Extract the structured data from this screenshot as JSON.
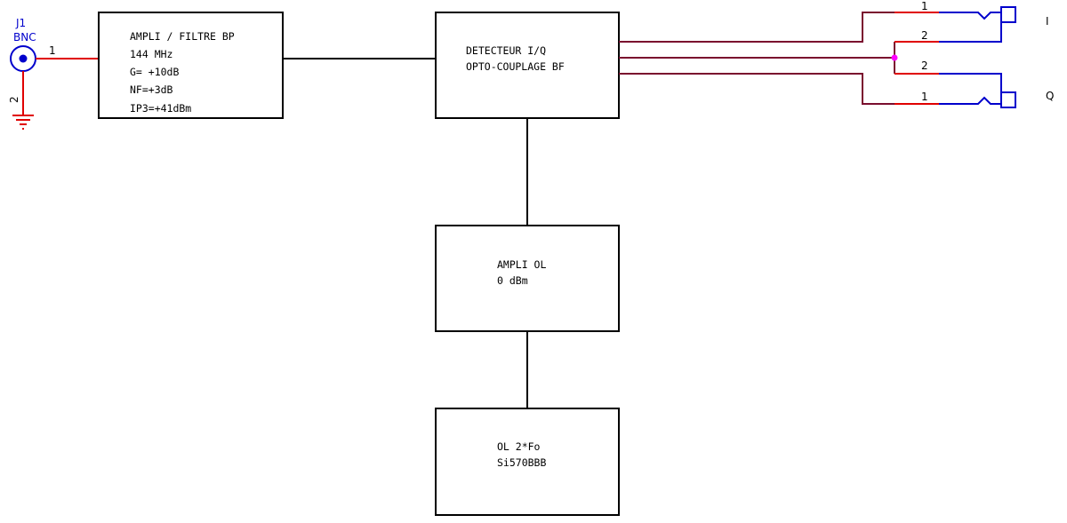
{
  "colors": {
    "wire": "#000000",
    "net": "#7a0d2e",
    "pin": "#e00000",
    "connector": "#0000cc",
    "junction": "#ff00ff",
    "ground": "#e00000"
  },
  "j1": {
    "ref": "J1",
    "value": "BNC",
    "pin1": "1",
    "pin2": "2"
  },
  "blocks": {
    "ampli_filtre": {
      "lines": [
        "AMPLI / FILTRE BP",
        "144 MHz",
        "G= +10dB",
        "NF=+3dB",
        "IP3=+41dBm"
      ]
    },
    "detecteur": {
      "lines": [
        "DETECTEUR I/Q",
        "OPTO-COUPLAGE BF"
      ]
    },
    "ampli_ol": {
      "lines": [
        "AMPLI OL",
        "0 dBm"
      ]
    },
    "ol": {
      "lines": [
        "OL 2*Fo",
        "Si570BBB"
      ]
    }
  },
  "outputs": {
    "i": {
      "label": "I",
      "pin_top": "1",
      "pin_bottom": "2"
    },
    "q": {
      "label": "Q",
      "pin_top": "2",
      "pin_bottom": "1"
    }
  }
}
